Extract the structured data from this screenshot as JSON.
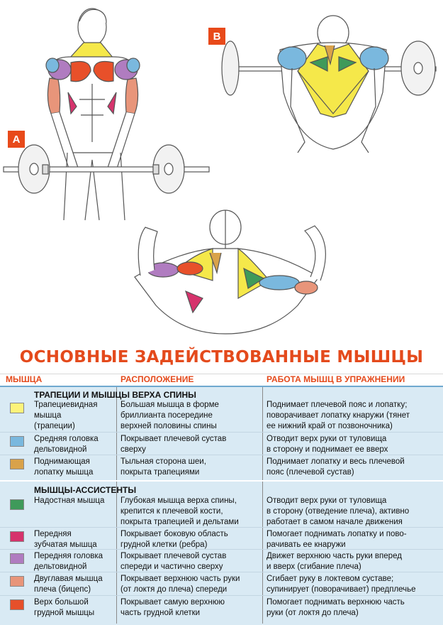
{
  "panels": {
    "a_label": "A",
    "b_label": "B"
  },
  "title": "ОСНОВНЫЕ ЗАДЕЙСТВОВАННЫЕ МЫШЦЫ",
  "columns": [
    "МЫШЦА",
    "РАСПОЛОЖЕНИЕ",
    "РАБОТА МЫШЦ В УПРАЖНЕНИИ"
  ],
  "sections": [
    {
      "title": "ТРАПЕЦИИ И МЫШЦЫ ВЕРХА СПИНЫ",
      "rows": [
        {
          "color": "#fdf37a",
          "muscle": "Трапециевидная\nмышца\n(трапеции)",
          "location": "Большая мышца в форме\nбриллианта посередине\nверхней половины спины",
          "function": "Поднимает плечевой пояс и лопатку;\nповорачивает лопатку кнаружи (тянет\nее нижний край от позвоночника)"
        },
        {
          "color": "#7ab8de",
          "muscle": "Средняя головка\nдельтовидной",
          "location": "Покрывает плечевой сустав\nсверху",
          "function": "Отводит верх руки от туловища\nв сторону и поднимает ее вверх"
        },
        {
          "color": "#d9a24a",
          "muscle": "Поднимающая\nлопатку мышца",
          "location": "Тыльная сторона шеи,\nпокрыта трапециями",
          "function": "Поднимает лопатку и весь плечевой\nпояс (плечевой сустав)"
        }
      ]
    },
    {
      "title": "МЫШЦЫ-АССИСТЕНТЫ",
      "rows": [
        {
          "color": "#3f9a5a",
          "muscle": "Надостная мышца",
          "location": "Глубокая мышца верха спины,\nкрепится к плечевой кости,\nпокрыта трапецией и дельтами",
          "function": "Отводит верх руки от туловища\nв сторону (отведение плеча), активно\nработает в самом начале движения"
        },
        {
          "color": "#d6336c",
          "muscle": "Передняя\nзубчатая мышца",
          "location": "Покрывает боковую область\nгрудной клетки (ребра)",
          "function": "Помогает поднимать лопатку и пово-\nрачивать ее кнаружи"
        },
        {
          "color": "#b07cc0",
          "muscle": "Передняя головка\nдельтовидной",
          "location": "Покрывает плечевой сустав\nспереди и частично сверху",
          "function": "Движет верхнюю часть руки вперед\nи вверх (сгибание плеча)"
        },
        {
          "color": "#e8957a",
          "muscle": "Двуглавая мышца\nплеча (бицепс)",
          "location": "Покрывает верхнюю часть руки\n(от локтя до плеча) спереди",
          "function": "Сгибает руку в локтевом суставе;\nсупинирует (поворачивает) предплечье"
        },
        {
          "color": "#e6502a",
          "muscle": "Верх большой\nгрудной мышцы",
          "location": "Покрывает самую верхнюю\nчасть грудной клетки",
          "function": "Помогает поднимать верхнюю часть\nруки (от локтя до плеча)"
        }
      ]
    }
  ]
}
